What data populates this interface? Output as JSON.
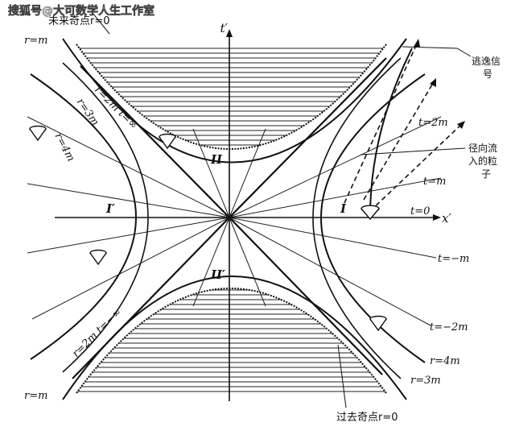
{
  "watermark": "搜狐号@大可数学人生工作室",
  "axes": {
    "t_axis": "t′",
    "x_axis": "x′"
  },
  "regions": {
    "right": "I",
    "left": "I′",
    "top": "II",
    "bottom": "II′"
  },
  "singularities": {
    "future": "未来奇点r=0",
    "past": "过去奇点r=0"
  },
  "radius_labels": {
    "top_left_rm": "r=m",
    "r2m_inf": "r=2m t=∞",
    "r3m": "r=3m",
    "r4m": "r=4m",
    "bottom_left_rm": "r=m",
    "r2m_neg_inf": "r=2m t=−∞",
    "bottom_right_r4m": "r=4m",
    "bottom_right_r3m": "r=3m"
  },
  "time_labels": {
    "t2m": "t=2m",
    "tm": "t=m",
    "t0": "t=0",
    "tneg_m": "t=−m",
    "tneg_2m": "t=−2m"
  },
  "annotations": {
    "escape_signal": [
      "逃逸信",
      "号"
    ],
    "radial_particle": [
      "径向流",
      "入的粒",
      "子"
    ]
  }
}
